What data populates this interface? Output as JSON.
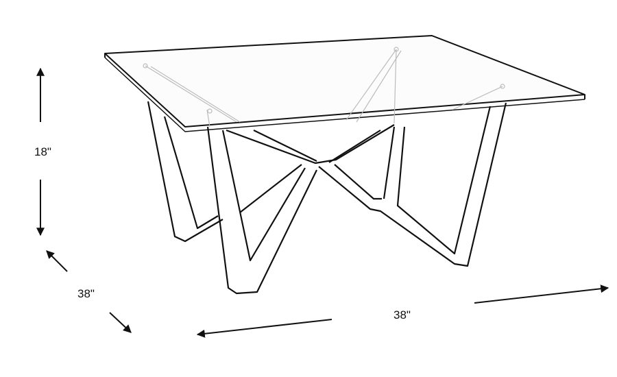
{
  "diagram": {
    "subject": "Square glass-top coffee table with angular metal base",
    "style": "line drawing",
    "colors": {
      "background": "#ffffff",
      "line": "#111111",
      "glass_line": "#bbbbbb"
    }
  },
  "dimensions": {
    "height": {
      "label": "18\"",
      "orientation": "vertical"
    },
    "depth": {
      "label": "38\"",
      "orientation": "diagonal"
    },
    "width": {
      "label": "38\"",
      "orientation": "horizontal"
    }
  }
}
